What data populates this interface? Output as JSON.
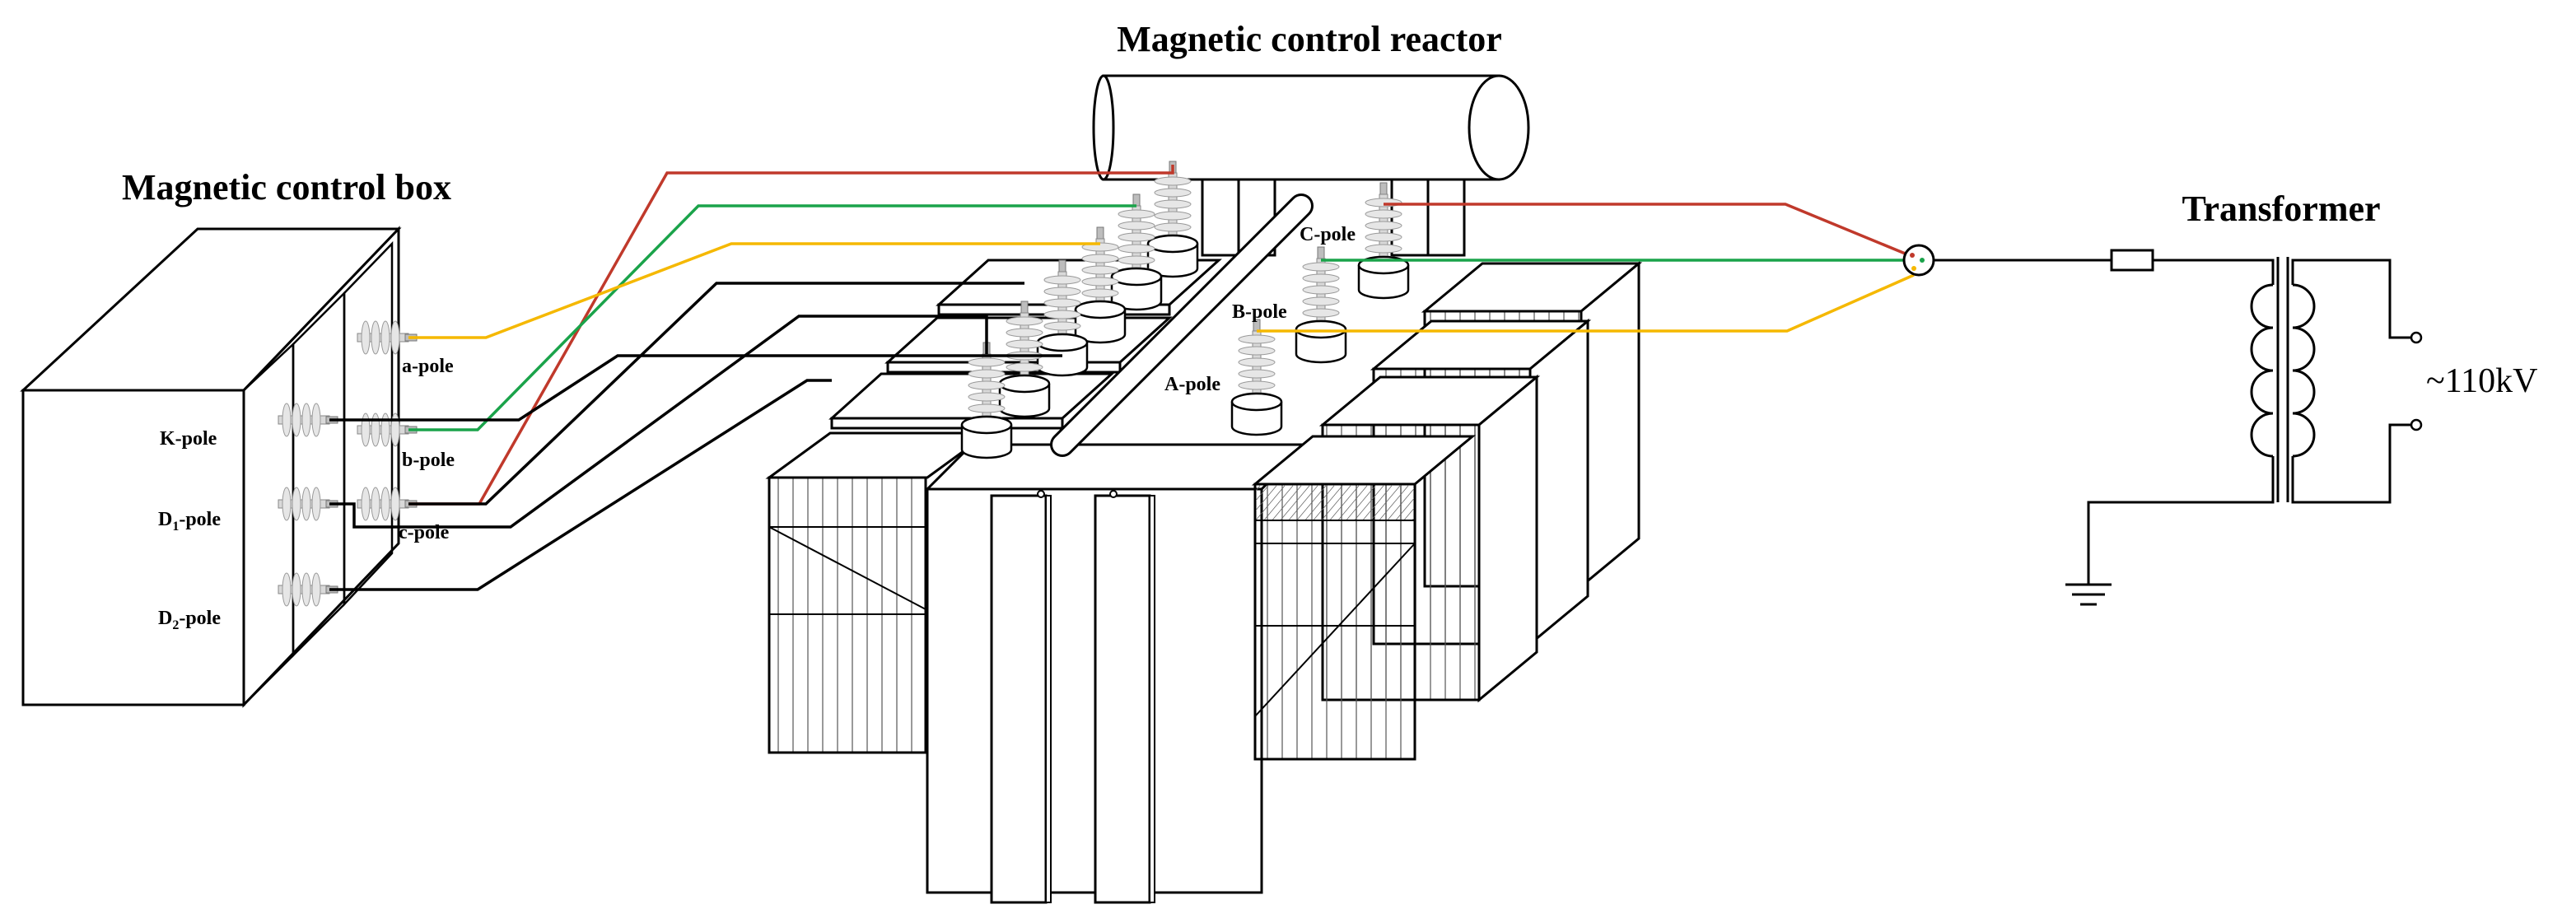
{
  "titles": {
    "reactor": "Magnetic control reactor",
    "box": "Magnetic control box",
    "transformer": "Transformer"
  },
  "box_terminals": {
    "a": "a-pole",
    "b": "b-pole",
    "c": "c-pole",
    "k": "K-pole",
    "d1_base": "D",
    "d1_sub": "1",
    "d1_suffix": "-pole",
    "d2_base": "D",
    "d2_sub": "2",
    "d2_suffix": "-pole"
  },
  "reactor_terminals": {
    "A": "A-pole",
    "B": "B-pole",
    "C": "C-pole"
  },
  "source_voltage": "~110kV",
  "colors": {
    "red": "#c0392b",
    "green": "#1aa34a",
    "yellow": "#f5b800",
    "black": "#000000"
  }
}
